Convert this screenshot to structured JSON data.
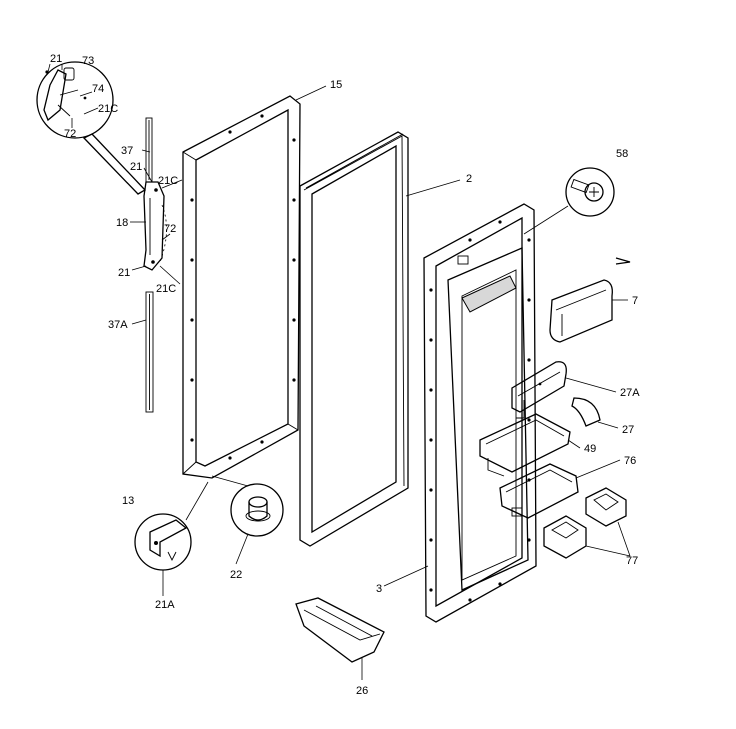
{
  "callouts": {
    "c21_detail": "21",
    "c73": "73",
    "c74": "74",
    "c21c_detail": "21C",
    "c72_detail": "72",
    "c37": "37",
    "c21_upper": "21",
    "c21c_upper": "21C",
    "c18": "18",
    "c72": "72",
    "c21_lower": "21",
    "c21c_lower": "21C",
    "c37a": "37A",
    "c15": "15",
    "c2": "2",
    "c58": "58",
    "c7": "7",
    "c27a": "27A",
    "c27": "27",
    "c49": "49",
    "c76": "76",
    "c77": "77",
    "c3": "3",
    "c13": "13",
    "c22": "22",
    "c21a": "21A",
    "c26": "26"
  }
}
